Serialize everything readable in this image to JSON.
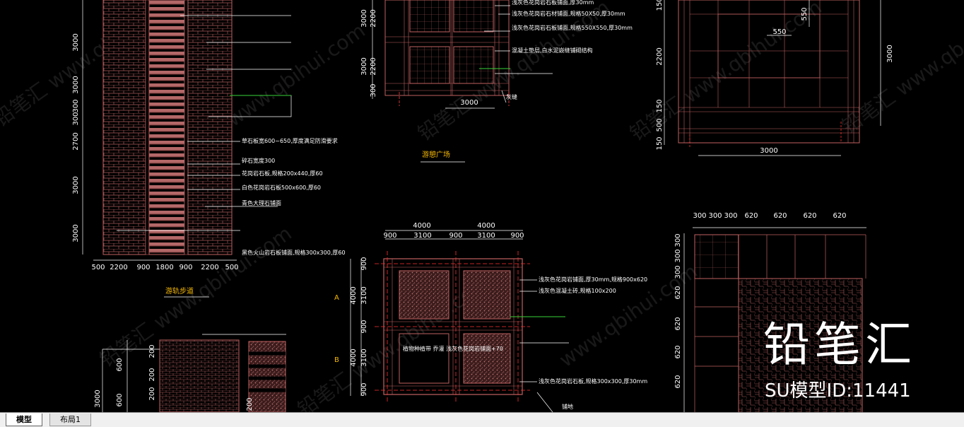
{
  "tabs": [
    {
      "label": "模型",
      "active": true
    },
    {
      "label": "布局1",
      "active": false
    }
  ],
  "watermark": {
    "brand": "铅笔汇",
    "model_id": "SU模型ID:11441"
  },
  "drawing": {
    "walk": {
      "title": "游轨步道",
      "vertical_dims": [
        "3000",
        "3000",
        "300",
        "300",
        "2700",
        "3000",
        "3000"
      ],
      "bottom_dims": [
        "500",
        "2200",
        "900",
        "1800",
        "900",
        "2200",
        "500"
      ],
      "notes": [
        "草石板宽600~650,厚度满足防滑要求",
        "碎石宽度300",
        "花岗岩石板,规格200x440,厚60",
        "白色花岗岩石板500x600,厚60",
        "青色大理石铺面",
        "黑色火山岩石板铺面,规格300x300,厚60"
      ]
    },
    "plaza_top": {
      "title": "游憩广场",
      "left_dims": [
        "3000",
        "2200",
        "3000",
        "2200",
        "300"
      ],
      "bottom_dim": "3000",
      "notes": [
        "浅灰色花岗岩石板铺面,厚30mm",
        "浅灰色花岗岩石材铺面,规格50X50,厚30mm",
        "浅灰色花岗岩石板铺面,规格550X550,厚30mm",
        "混凝土垫层,白水泥嵌缝铺砌结构",
        "灰缝"
      ]
    },
    "plaza_main": {
      "top_dims": [
        "4000",
        "4000"
      ],
      "sub_dims": [
        "900",
        "3100",
        "900",
        "3100",
        "900"
      ],
      "left_dims": [
        "900",
        "3100",
        "900",
        "3100",
        "900"
      ],
      "row_dims": [
        "4000",
        "4000"
      ],
      "axis_labels": [
        "A",
        "B"
      ],
      "center_label": "植物种植带 乔灌\n浅灰色花岗岩铺面+70",
      "notes": [
        "浅灰色花岗岩铺面,厚30mm,规格900x620",
        "浅灰色混凝土砖,规格100x200",
        "浅灰色花岗岩石板,规格300x300,厚30mm",
        "铺地"
      ]
    },
    "paving_tr": {
      "left_dims": [
        "150",
        "2200",
        "150",
        "500",
        "150"
      ],
      "right_dim": "3000",
      "bottom_dim": "3000",
      "inner_dims": [
        "550",
        "550"
      ]
    },
    "paving_br": {
      "top_dims": [
        "300",
        "300",
        "300",
        "620",
        "620",
        "620",
        "620"
      ],
      "left_dims": [
        "300",
        "300",
        "300",
        "620",
        "620",
        "620",
        "620"
      ]
    },
    "bottom_detail": {
      "left_dims": [
        "3000",
        "600",
        "600"
      ],
      "inner_dims": [
        "200",
        "200",
        "200",
        "200"
      ]
    }
  }
}
